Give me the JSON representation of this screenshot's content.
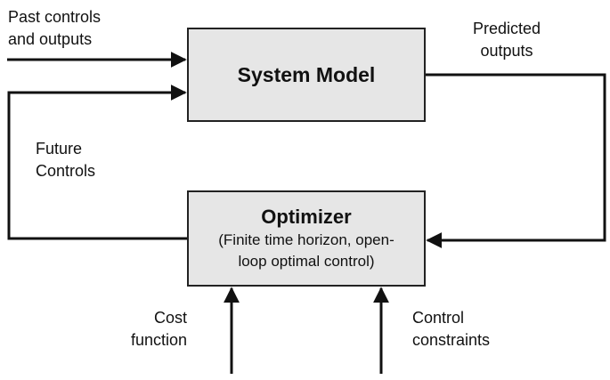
{
  "system_model": {
    "title": "System Model"
  },
  "optimizer": {
    "title": "Optimizer",
    "subtitle_line1": "(Finite time horizon, open-",
    "subtitle_line2": "loop optimal control)"
  },
  "labels": {
    "past_line1": "Past controls",
    "past_line2": "and outputs",
    "predicted_line1": "Predicted",
    "predicted_line2": "outputs",
    "future_line1": "Future",
    "future_line2": "Controls",
    "cost_line1": "Cost",
    "cost_line2": "function",
    "constraints_line1": "Control",
    "constraints_line2": "constraints"
  },
  "colors": {
    "box_fill": "#e6e6e6",
    "line": "#111111"
  }
}
